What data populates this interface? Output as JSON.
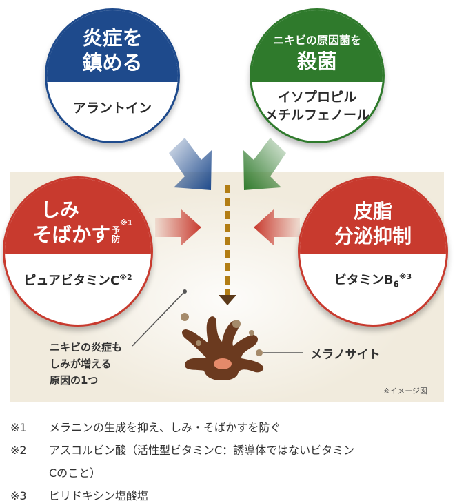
{
  "circles": {
    "inflammation": {
      "title1": "炎症を",
      "title2": "鎮める",
      "ingredient": "アラントイン",
      "color": "#1e4a8c"
    },
    "sterilize": {
      "subtitle": "ニキビの原因菌を",
      "title": "殺菌",
      "ingredient1": "イソプロピル",
      "ingredient2": "メチルフェノール",
      "color": "#2f7a2c"
    },
    "spots": {
      "title1": "しみ",
      "title2": "そばかす",
      "mark_a": "予",
      "mark_b": "防",
      "note_ref": "※1",
      "ingredient": "ピュアビタミンC",
      "ingredient_ref": "※2",
      "color": "#c83a2e"
    },
    "sebum": {
      "title1": "皮脂",
      "title2": "分泌抑制",
      "ingredient": "ビタミンB",
      "ingredient_sub": "6",
      "ingredient_ref": "※3",
      "color": "#c83a2e"
    }
  },
  "labels": {
    "cause1": "ニキビの炎症も",
    "cause2": "しみが増える",
    "cause3": "原因の1つ",
    "melanocyte": "メラノサイト",
    "image_note": "※イメージ図"
  },
  "footnotes": [
    {
      "mark": "※1",
      "text": "メラニンの生成を抑え、しみ・そばかすを防ぐ"
    },
    {
      "mark": "※2",
      "text": "アスコルビン酸（活性型ビタミンC：誘導体ではないビタミン",
      "text2": "Cのこと）"
    },
    {
      "mark": "※3",
      "text": "ピリドキシン塩酸塩"
    }
  ]
}
